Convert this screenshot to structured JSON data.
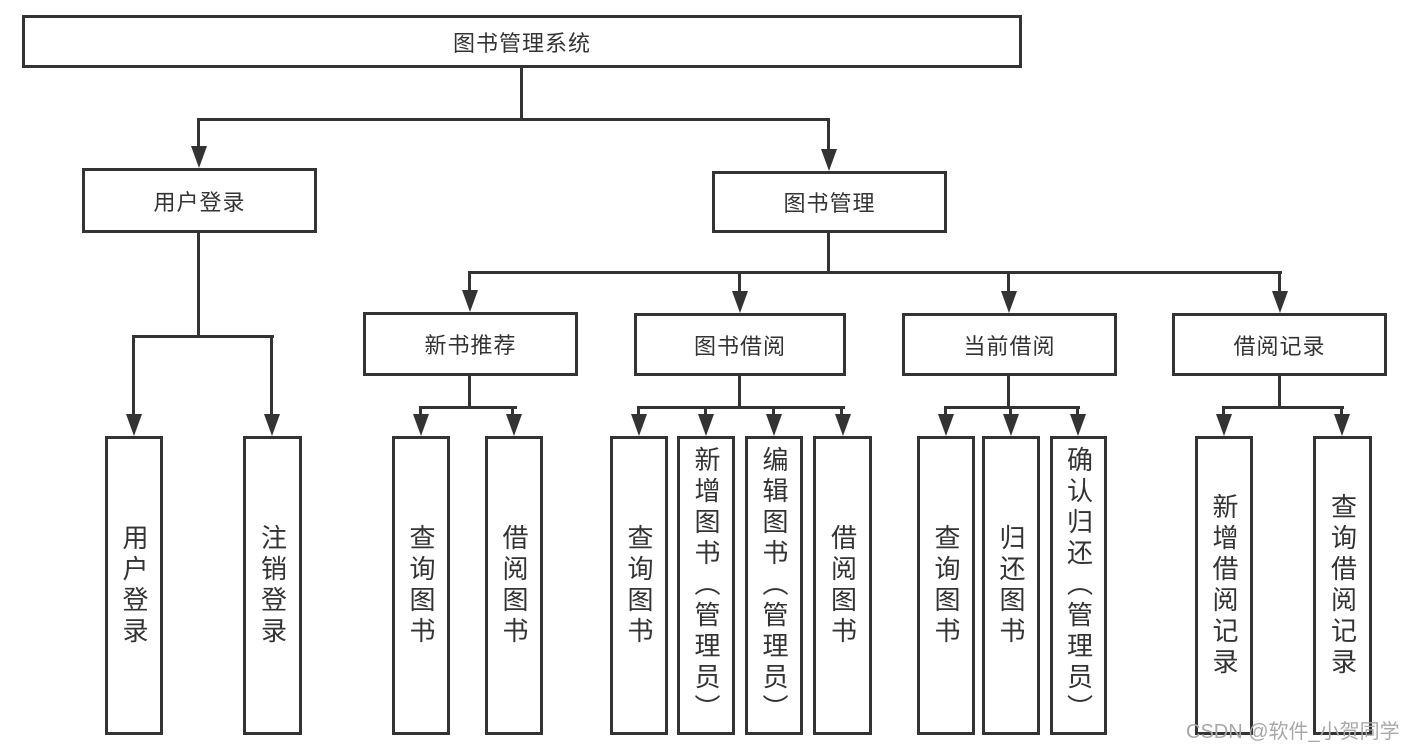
{
  "diagram": {
    "title": "图书管理系统",
    "hierarchy": {
      "label": "图书管理系统",
      "children": [
        {
          "label": "用户登录",
          "children": [
            {
              "label": "用户登录"
            },
            {
              "label": "注销登录"
            }
          ]
        },
        {
          "label": "图书管理",
          "children": [
            {
              "label": "新书推荐",
              "children": [
                {
                  "label": "查询图书"
                },
                {
                  "label": "借阅图书"
                }
              ]
            },
            {
              "label": "图书借阅",
              "children": [
                {
                  "label": "查询图书"
                },
                {
                  "label": "新增图书（管理员）"
                },
                {
                  "label": "编辑图书（管理员）"
                },
                {
                  "label": "借阅图书"
                }
              ]
            },
            {
              "label": "当前借阅",
              "children": [
                {
                  "label": "查询图书"
                },
                {
                  "label": "归还图书"
                },
                {
                  "label": "确认归还（管理员）"
                }
              ]
            },
            {
              "label": "借阅记录",
              "children": [
                {
                  "label": "新增借阅记录"
                },
                {
                  "label": "查询借阅记录"
                }
              ]
            }
          ]
        }
      ]
    },
    "watermark": "CSDN @软件_小贺同学",
    "colors": {
      "line": "#333333",
      "box_fill": "#ffffff",
      "text": "#333333",
      "watermark": "#a8a8a8"
    }
  }
}
